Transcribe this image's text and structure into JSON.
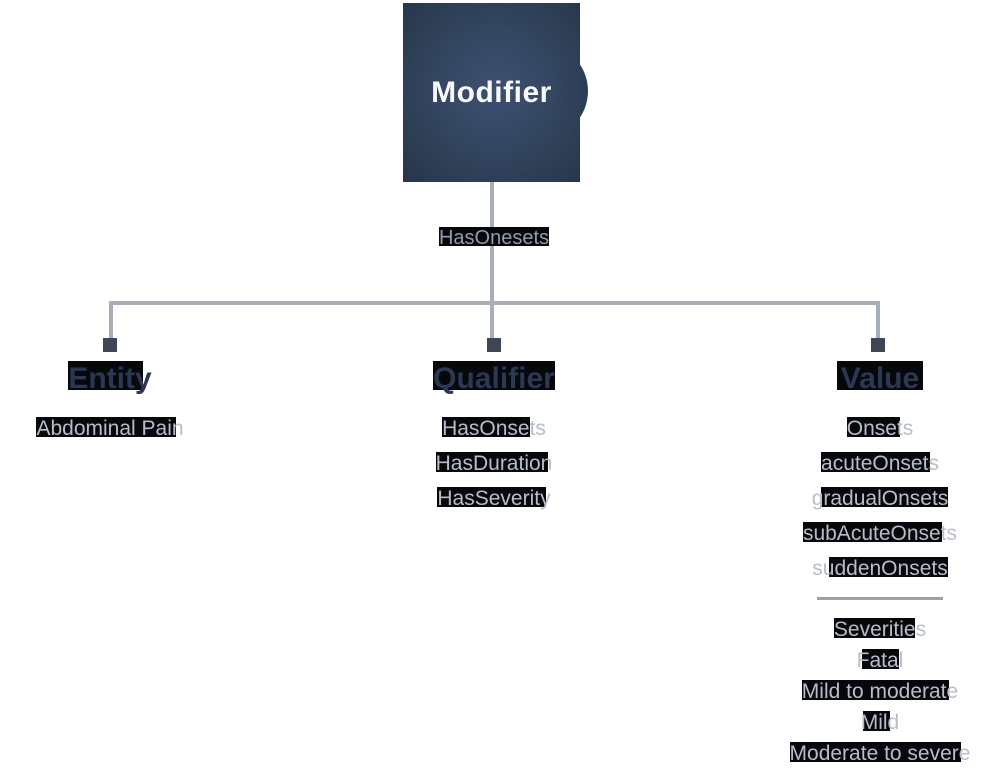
{
  "root": {
    "label": "Modifier"
  },
  "edge": {
    "label": "HasOnesets"
  },
  "columns": [
    {
      "header": "Entity",
      "items": [
        "Abdominal Pain"
      ]
    },
    {
      "header": "Qualifier",
      "items": [
        "HasOnsets",
        "HasDuration",
        "HasSeverity"
      ]
    },
    {
      "header": "Value",
      "items": [
        "Onsets",
        "acuteOnsets",
        "gradualOnsets",
        "subAcuteOnsets",
        "suddenOnsets"
      ],
      "items2": [
        "Severities",
        "Fatal",
        "Mild to moderate",
        "Mild",
        "Moderate to severe"
      ]
    }
  ],
  "colors": {
    "node_fill": "#33455f",
    "line": "#a7aeba",
    "endpoint": "#3e4756",
    "header_text": "#2b3852",
    "item_text": "#b7bec9",
    "edge_text": "#949cab",
    "highlight_band": "#06080c",
    "node_label_text": "#f6f8fb"
  }
}
